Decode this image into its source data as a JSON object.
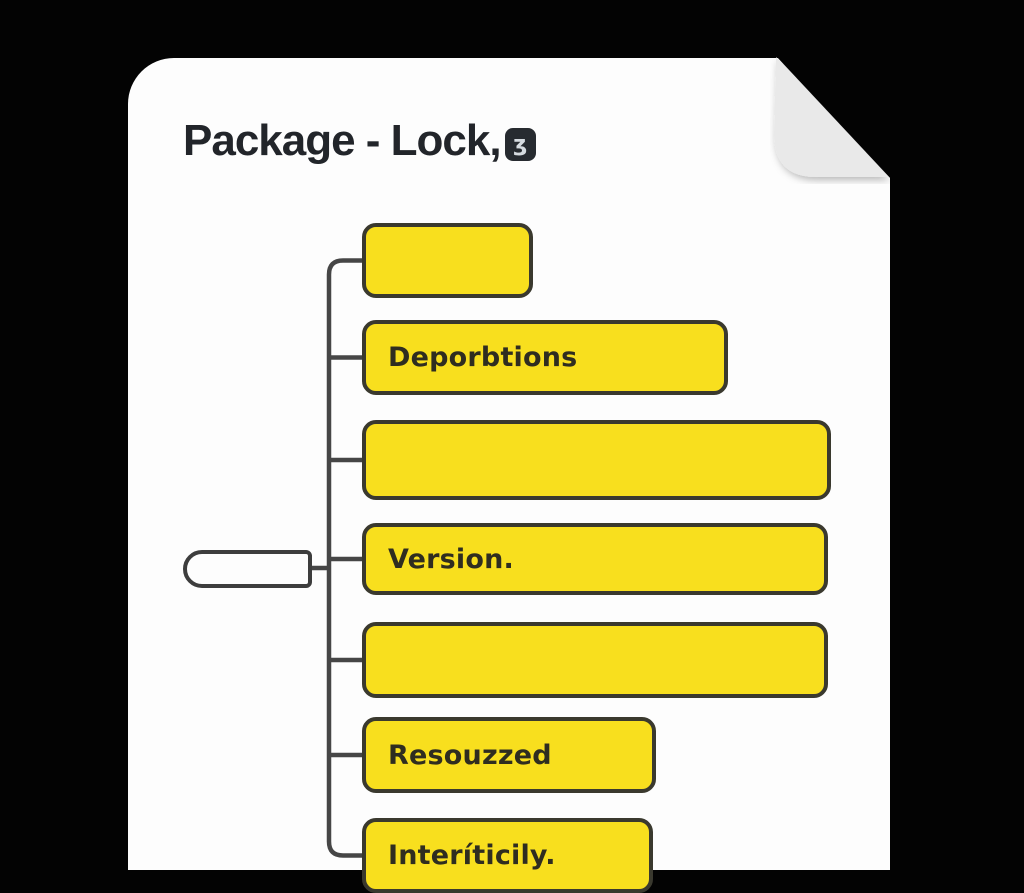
{
  "document": {
    "title": "Package - Lock,",
    "title_badge": {
      "icon": "lock-badge-icon",
      "glyph": "ʒ"
    }
  },
  "diagram": {
    "type": "tree",
    "root": {
      "label": ""
    },
    "nodes": [
      {
        "label": ""
      },
      {
        "label": "Deporbtions"
      },
      {
        "label": ""
      },
      {
        "label": "Version."
      },
      {
        "label": ""
      },
      {
        "label": "Resouzzed"
      },
      {
        "label": "Interíticily."
      }
    ]
  },
  "colors": {
    "background": "#030303",
    "paper": "#fdfdfd",
    "fold": "#e9e9e9",
    "node_fill": "#f8df1e",
    "node_border": "#3a392e",
    "connector": "#464646",
    "title_text": "#22252a"
  }
}
